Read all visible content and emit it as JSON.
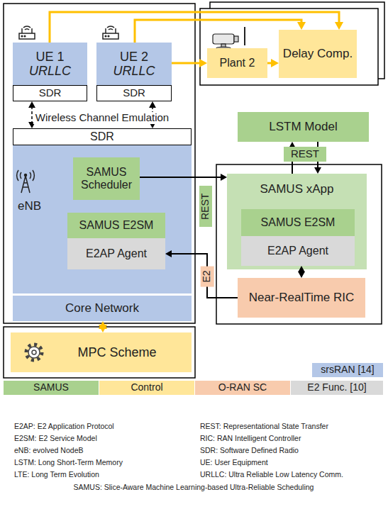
{
  "diagram": {
    "nodes": [
      {
        "text": [
          "UE 1",
          "URLLC"
        ]
      },
      {
        "text": [
          "UE 2",
          "URLLC"
        ]
      },
      {
        "text": [
          "SDR"
        ]
      },
      {
        "text": [
          "SDR"
        ]
      },
      {
        "text": [
          "SDR"
        ]
      },
      {
        "text": [
          "eNB"
        ]
      },
      {
        "text": [
          "SAMUS Scheduler"
        ],
        "in": 5
      },
      {
        "text": [
          "SAMUS E2SM"
        ],
        "in": 5
      },
      {
        "text": [
          "E2AP Agent"
        ],
        "in": 5
      },
      {
        "text": [
          "Core Network"
        ]
      },
      {
        "text": [
          "Plant 2"
        ]
      },
      {
        "text": [
          "Delay Comp."
        ]
      },
      {
        "text": [
          "LSTM Model"
        ]
      },
      {
        "text": [
          "SAMUS xApp"
        ]
      },
      {
        "text": [
          "SAMUS E2SM"
        ],
        "in": 13
      },
      {
        "text": [
          "E2AP Agent"
        ],
        "in": 13
      },
      {
        "text": [
          "Near-RealTime RIC"
        ]
      },
      {
        "text": [
          "MPC Scheme"
        ]
      }
    ],
    "edges": [
      {
        "from": 0,
        "to": 11,
        "arrow": "to"
      },
      {
        "from": 1,
        "to": 11,
        "arrow": "to"
      },
      {
        "from": 1,
        "to": 10,
        "arrow": "to"
      },
      {
        "from": 10,
        "to": 11,
        "arrow": "to"
      },
      {
        "from": 2,
        "to": 4,
        "arrow": "both"
      },
      {
        "from": 3,
        "to": 4,
        "arrow": "both"
      },
      {
        "from": 6,
        "to": 13,
        "arrow": "to"
      },
      {
        "from": 13,
        "to": 12,
        "arrow": "to"
      },
      {
        "from": 12,
        "to": 13,
        "arrow": "to"
      },
      {
        "from": 15,
        "to": 16,
        "arrow": "both"
      },
      {
        "from": 16,
        "to": 8,
        "label": "E2",
        "arrow": "to"
      },
      {
        "from": 9,
        "to": 17,
        "arrow": "both"
      }
    ],
    "labels": [
      "Wireless Channel Emulation",
      "REST",
      "REST",
      "E2AP: E2 Application Protocol",
      "REST: Representational State Transfer",
      "E2SM: E2 Service Model",
      "RIC: RAN Intelligent Controller",
      "eNB: evolved NodeB",
      "SDR: Software Defined Radio",
      "LSTM: Long Short-Term Memory",
      "UE: User Equipment",
      "LTE: Long Term Evolution",
      "URLLC: Ultra Reliable Low Latency Comm.",
      "SAMUS: Slice-Aware Machine Learning-based Ultra-Reliable Scheduling"
    ],
    "legend": [
      {
        "text": "srsRAN [14]",
        "color": "#b4c7e7"
      },
      {
        "text": "SAMUS",
        "color": "#a9d18e"
      },
      {
        "text": "Control",
        "color": "#ffe699"
      },
      {
        "text": "O-RAN SC",
        "color": "#f8cbad"
      },
      {
        "text": "E2 Func. [10]",
        "color": "#d9d9d9"
      }
    ]
  }
}
